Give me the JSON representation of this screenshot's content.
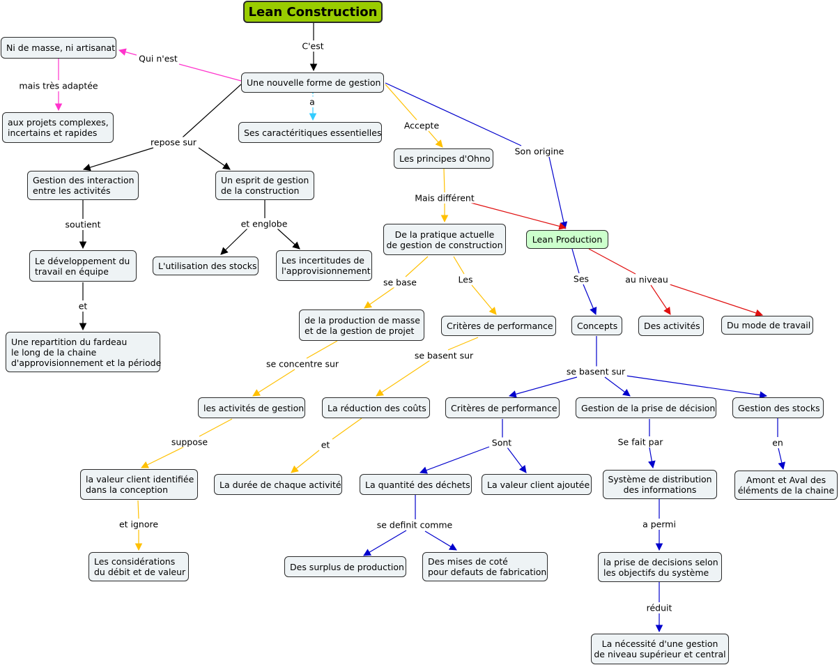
{
  "nodes": {
    "root": "Lean Construction",
    "masse": "Ni de masse, ni artisanat",
    "projets": "aux projets complexes,\nincertains et rapides",
    "nouvelle": "Une nouvelle forme de gestion",
    "carac": "Ses caractéritiques essentielles",
    "ohno": "Les principes d'Ohno",
    "gestion_inter": "Gestion des interaction\nentre les activités",
    "esprit": "Un esprit de gestion\nde la construction",
    "developpement": "Le développement du\ntravail en équipe",
    "stocks_util": "L'utilisation des stocks",
    "incertitudes": "Les incertitudes de\nl'approvisionnement",
    "pratique": "De la pratique actuelle\nde gestion de construction",
    "lean_prod": "Lean Production",
    "repartition": "Une repartition du fardeau\nle long de la chaine\nd'approvisionnement et la période",
    "prod_masse": "de la production de masse\net de la gestion de projet",
    "criteres1": "Critères de performance",
    "concepts": "Concepts",
    "activites": "Des activités",
    "mode": "Du mode de travail",
    "act_gestion": "les activités de gestion",
    "reduction": "La réduction des coûts",
    "criteres2": "Critères de performance",
    "prise": "Gestion de la prise de décision",
    "gestion_stocks": "Gestion des stocks",
    "valeur_client": "la valeur client identifiée\ndans la conception",
    "duree": "La durée de chaque activité",
    "quantite": "La quantité des déchets",
    "valeur_ajoutee": "La valeur client ajoutée",
    "systeme": "Système de distribution\ndes informations",
    "amont": "Amont et Aval des\néléments de la chaine",
    "considerations": "Les considérations\ndu débit et de valeur",
    "surplus": "Des surplus de production",
    "mises": "Des mises de coté\npour defauts de fabrication",
    "prise_obj": "la prise de decisions selon\nles objectifs du système",
    "necessite": "La nécessité d'une gestion\nde niveau supérieur et central"
  },
  "links": {
    "cest": "C'est",
    "qui_nest": "Qui n'est",
    "mais_tres": "mais très adaptée",
    "a": "a",
    "accepte": "Accepte",
    "son_origine": "Son origine",
    "repose_sur": "repose sur",
    "mais_diff": "Mais différent",
    "soutient": "soutient",
    "et_englobe": "et englobe",
    "et1": "et",
    "se_base": "se base",
    "les": "Les",
    "ses": "Ses",
    "au_niveau": "au niveau",
    "se_concentre": "se concentre sur",
    "se_basent1": "se basent sur",
    "se_basent2": "se basent sur",
    "suppose": "suppose",
    "et2": "et",
    "sont": "Sont",
    "se_fait": "Se fait par",
    "en": "en",
    "et_ignore": "et ignore",
    "se_definit": "se definit comme",
    "a_permi": "a permi",
    "reduit": "réduit"
  },
  "colors": {
    "black": "#000000",
    "magenta": "#ff33cc",
    "cyan": "#33ccff",
    "orange": "#ffc000",
    "blue": "#0000cc",
    "red": "#e01010",
    "root_fill": "#99cc00",
    "node_fill": "#eef3f5",
    "lean_fill": "#ccffcc"
  }
}
